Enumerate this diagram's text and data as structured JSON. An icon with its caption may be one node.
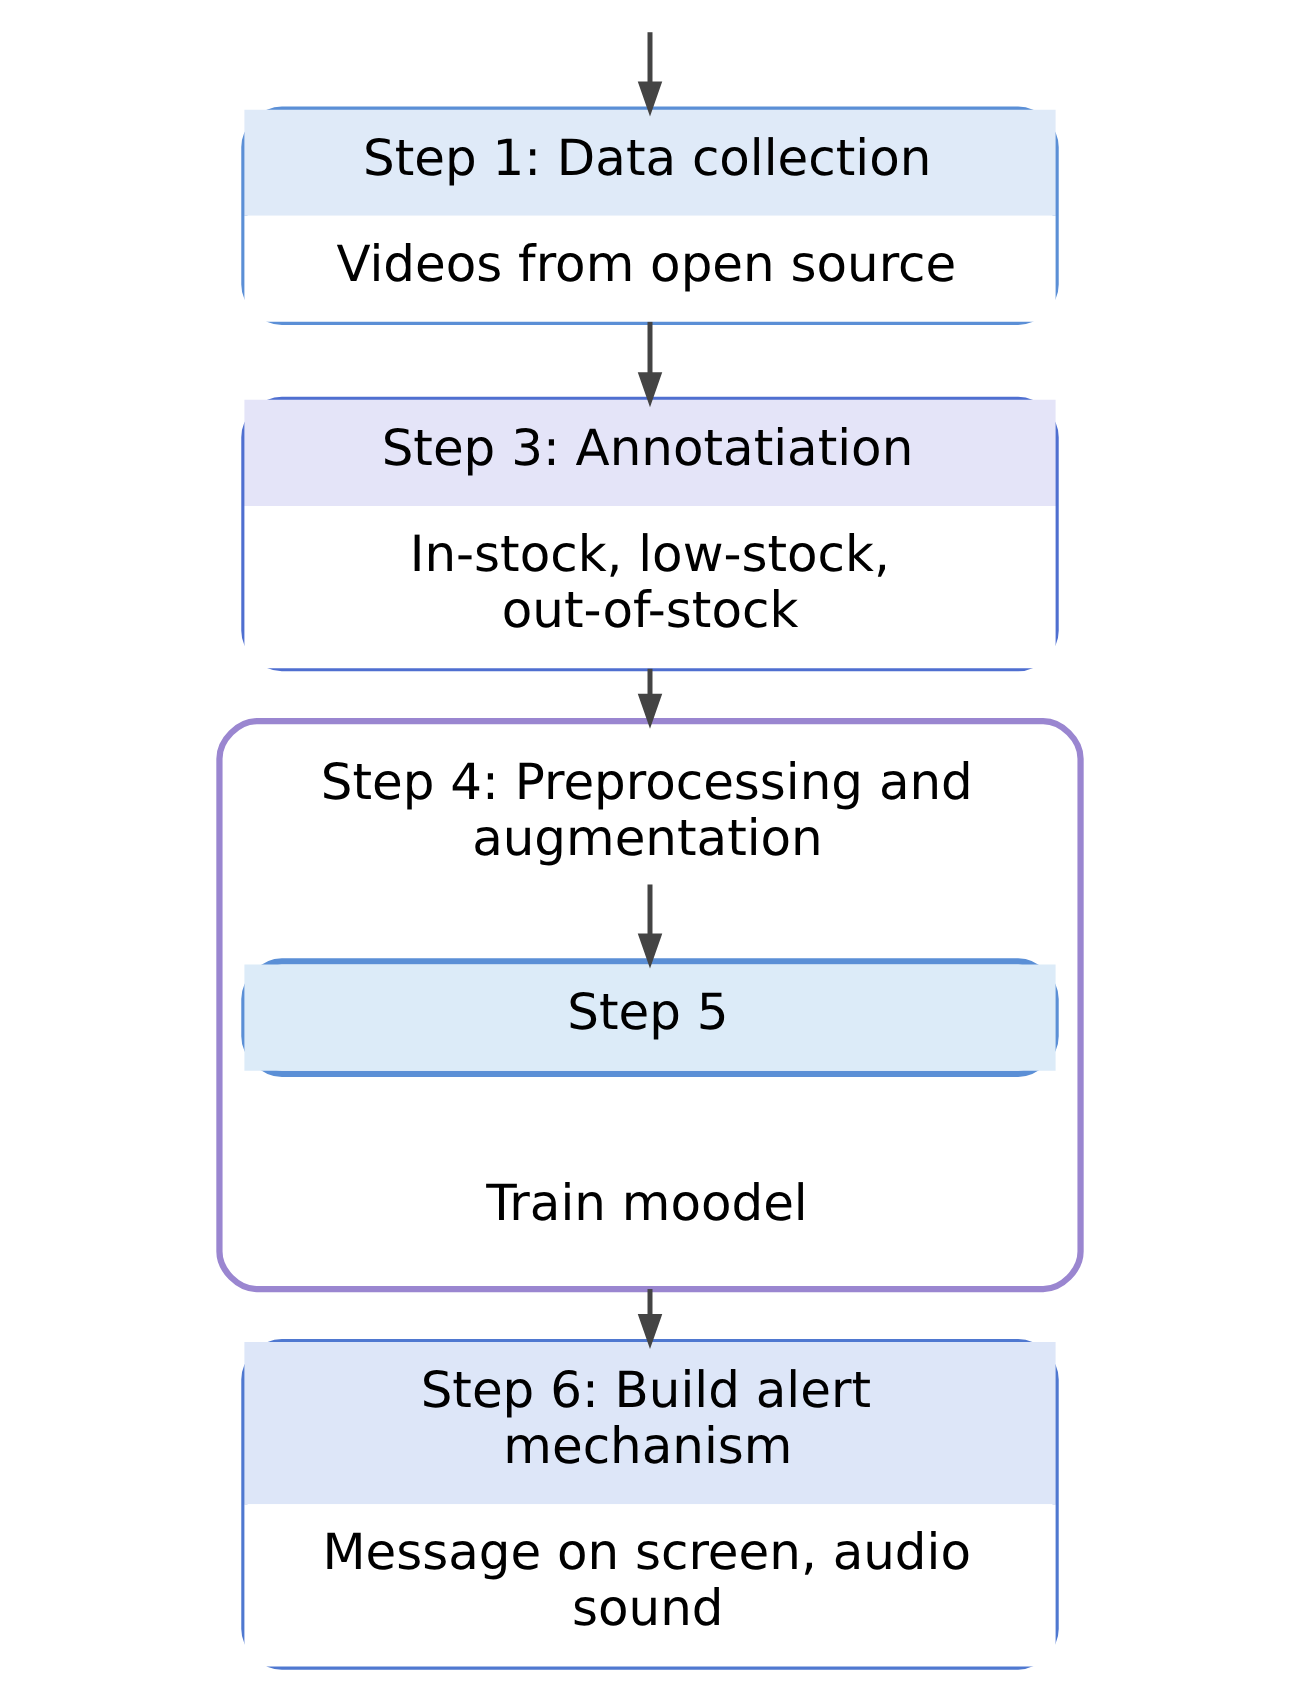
{
  "diagram": {
    "nodes": [
      {
        "text": [
          "Step 1: Data collection",
          "Videos from open source"
        ]
      },
      {
        "text": [
          "Step 3: Annotatiation",
          "In-stock, low-stock, out-of-stock"
        ]
      },
      {
        "text": [
          "Step 4: Preprocessing and augmentation"
        ]
      },
      {
        "text": [
          "Step 5"
        ],
        "in": 2,
        "beside": [
          "Train moodel"
        ]
      },
      {
        "text": [
          "Step 6: Build alert mechanism",
          "Message on screen, audio sound"
        ]
      }
    ],
    "edges": [
      {
        "from": null,
        "to": 0,
        "arrow": "to"
      },
      {
        "from": 0,
        "to": 1,
        "arrow": "to"
      },
      {
        "from": 1,
        "to": 2,
        "arrow": "to"
      },
      {
        "from": 2,
        "to": 3,
        "arrow": "to"
      },
      {
        "from": 2,
        "to": 4,
        "arrow": "to"
      }
    ]
  }
}
